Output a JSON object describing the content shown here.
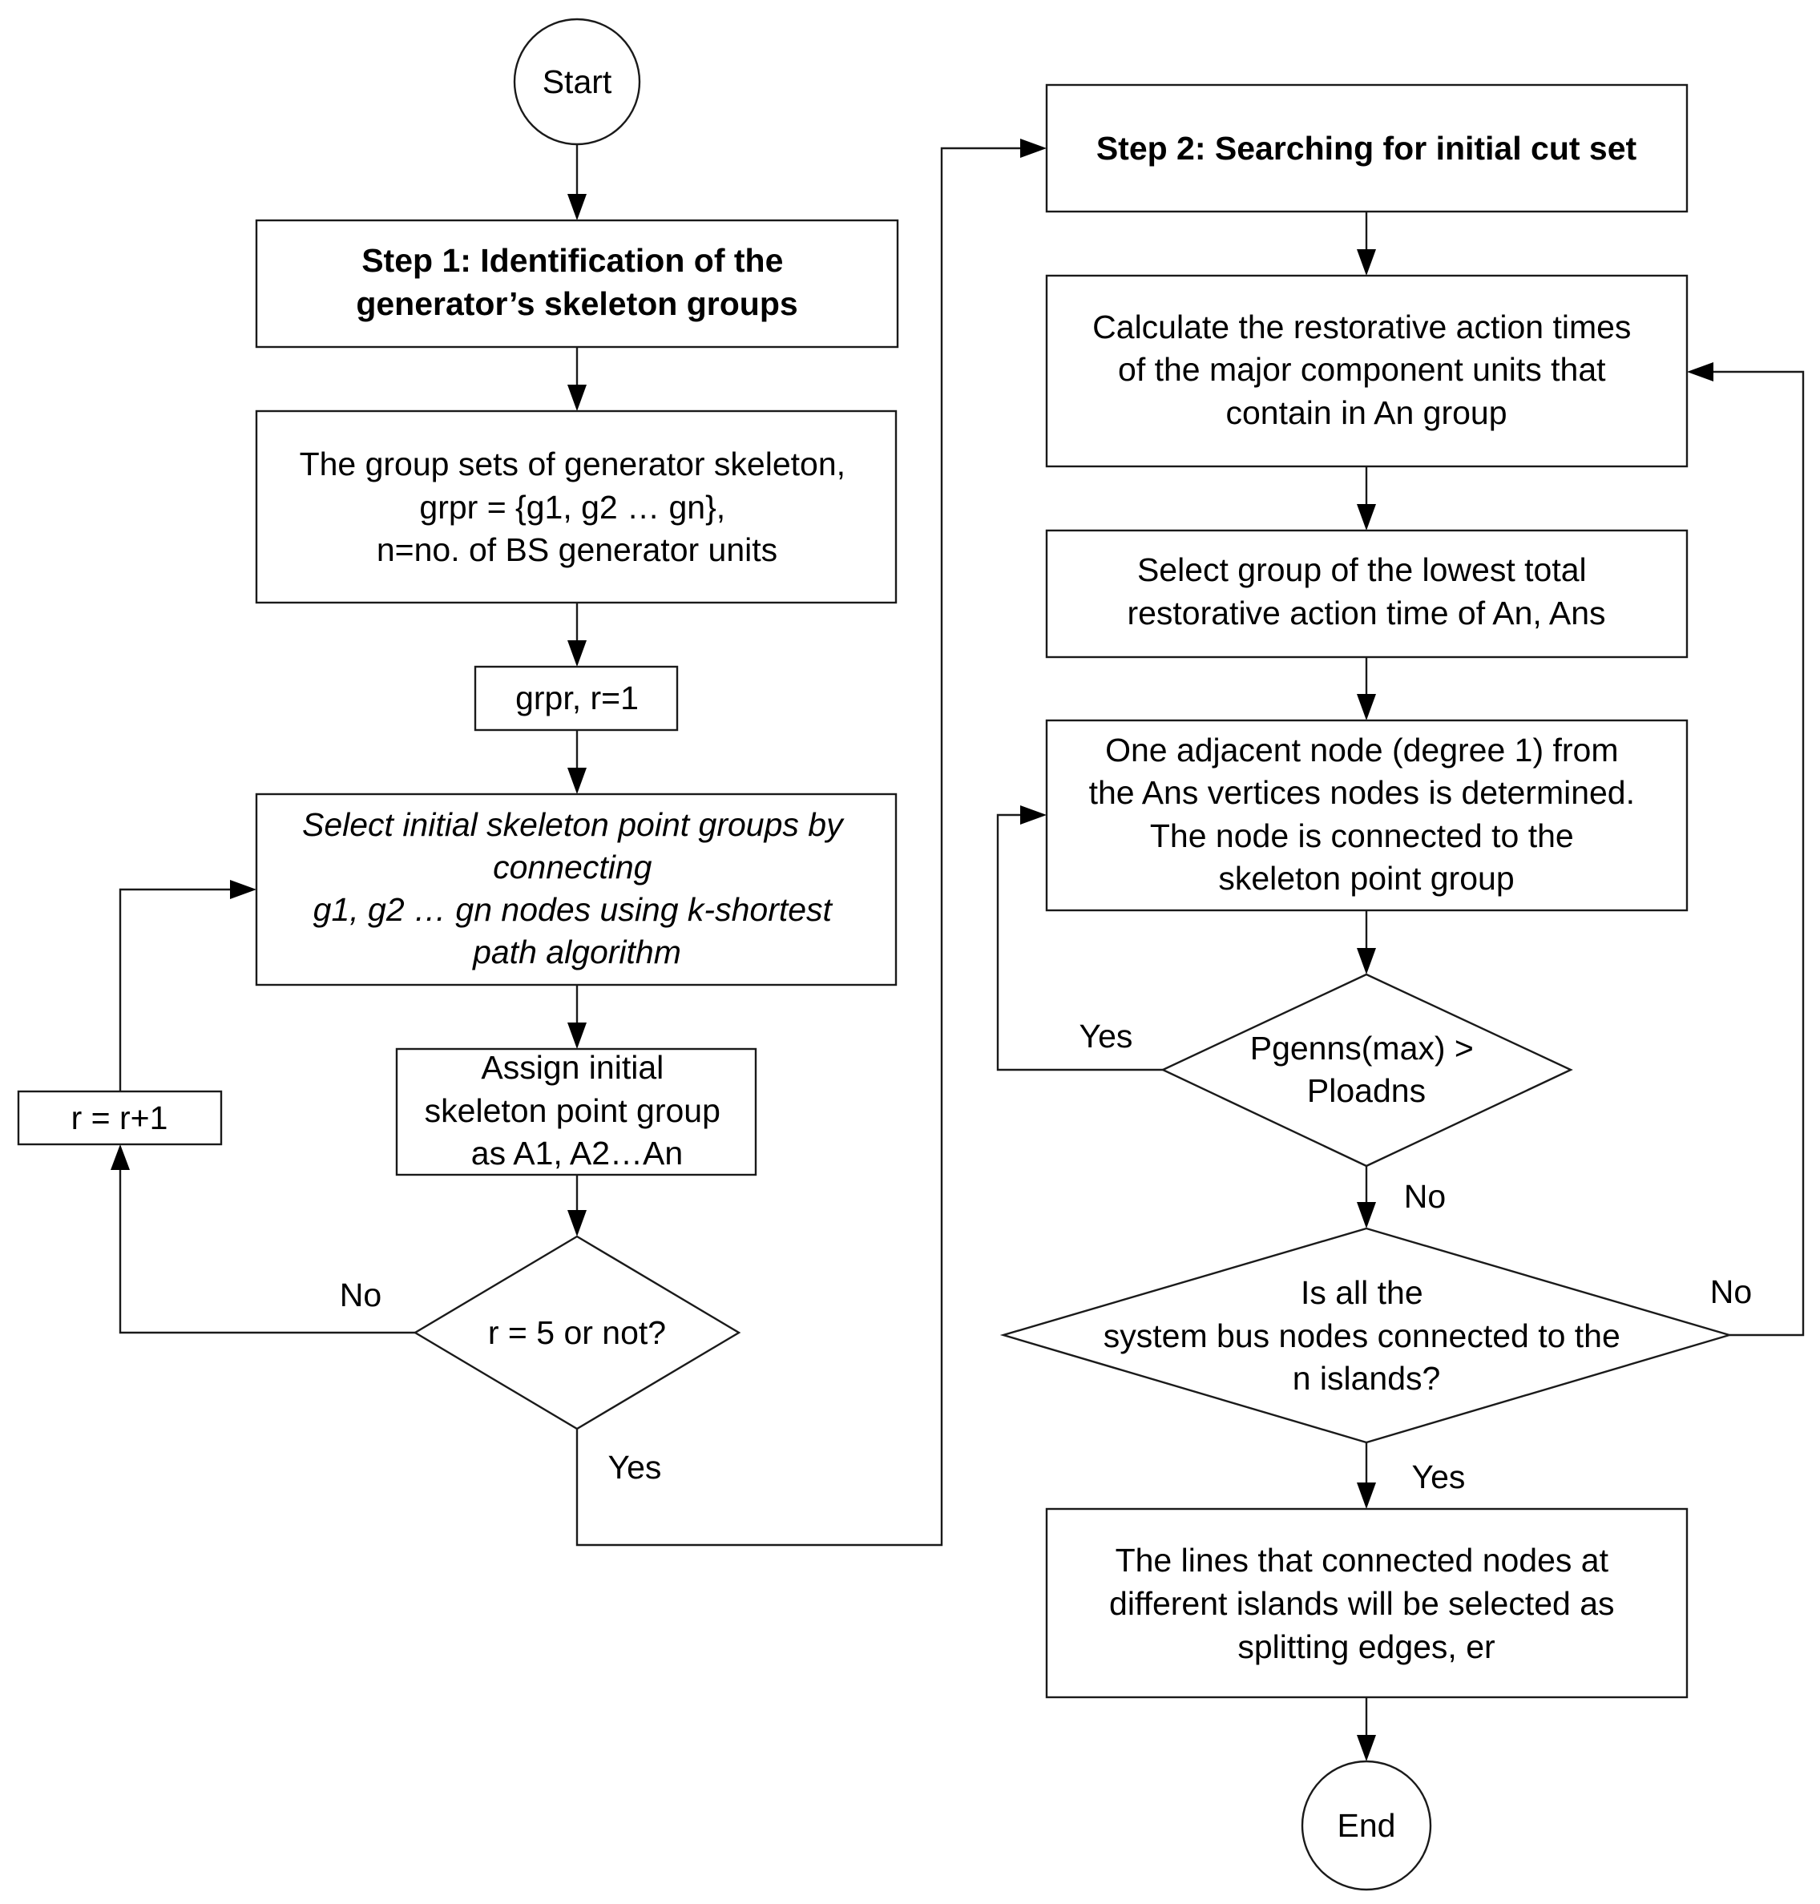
{
  "flowchart": {
    "start": "Start",
    "end": "End",
    "step1": [
      "Step 1: Identification of the",
      "generator’s skeleton groups"
    ],
    "group_sets": [
      "The group sets of generator skeleton,",
      "grpr = {g1, g2 … gn},",
      "n=no. of BS generator units"
    ],
    "init_r": "grpr, r=1",
    "select_initial": [
      "Select initial skeleton point groups by",
      "connecting",
      "g1, g2 … gn nodes using k-shortest",
      "path algorithm"
    ],
    "assign_initial": [
      "Assign initial",
      "skeleton point group",
      "as A1, A2…An"
    ],
    "increment_r": "r = r+1",
    "decision_r": "r = 5 or not?",
    "step2": "Step 2: Searching for initial cut set",
    "calculate": [
      "Calculate the restorative action times",
      "of the major component units that",
      "contain in An group"
    ],
    "select_lowest": [
      "Select group of the lowest total",
      "restorative action time of An, Ans"
    ],
    "adjacent_node": [
      "One adjacent node (degree 1) from",
      "the Ans vertices nodes is determined.",
      "The node is connected to the",
      "skeleton point group"
    ],
    "decision_power": [
      "Pgenns(max) >",
      "Ploadns"
    ],
    "decision_all": [
      "Is all the",
      "system bus nodes connected to the",
      "n islands?"
    ],
    "splitting": [
      "The lines that connected nodes at",
      "different islands will be selected as",
      "splitting edges, er"
    ],
    "edge_labels": {
      "r_no": "No",
      "r_yes": "Yes",
      "power_yes": "Yes",
      "power_no": "No",
      "all_no": "No",
      "all_yes": "Yes"
    }
  }
}
